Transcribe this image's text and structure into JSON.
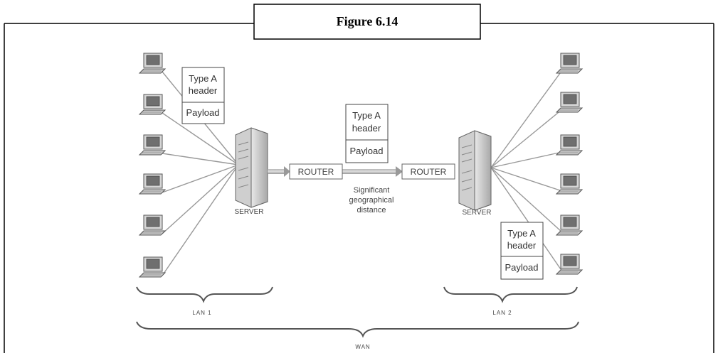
{
  "figure": {
    "title": "Figure 6.14"
  },
  "diagram": {
    "left_packet": {
      "header": [
        "Type A",
        "header"
      ],
      "payload": "Payload"
    },
    "middle_packet": {
      "header": [
        "Type A",
        "header"
      ],
      "payload": "Payload"
    },
    "right_packet": {
      "header": [
        "Type A",
        "header"
      ],
      "payload": "Payload"
    },
    "left_server_label": "SERVER",
    "right_server_label": "SERVER",
    "router_left_label": "ROUTER",
    "router_right_label": "ROUTER",
    "distance_label": [
      "Significant",
      "geographical",
      "distance"
    ],
    "lan1_label": "LAN 1",
    "lan2_label": "LAN 2",
    "wan_label": "WAN",
    "left_computers": 6,
    "right_computers": 6
  }
}
